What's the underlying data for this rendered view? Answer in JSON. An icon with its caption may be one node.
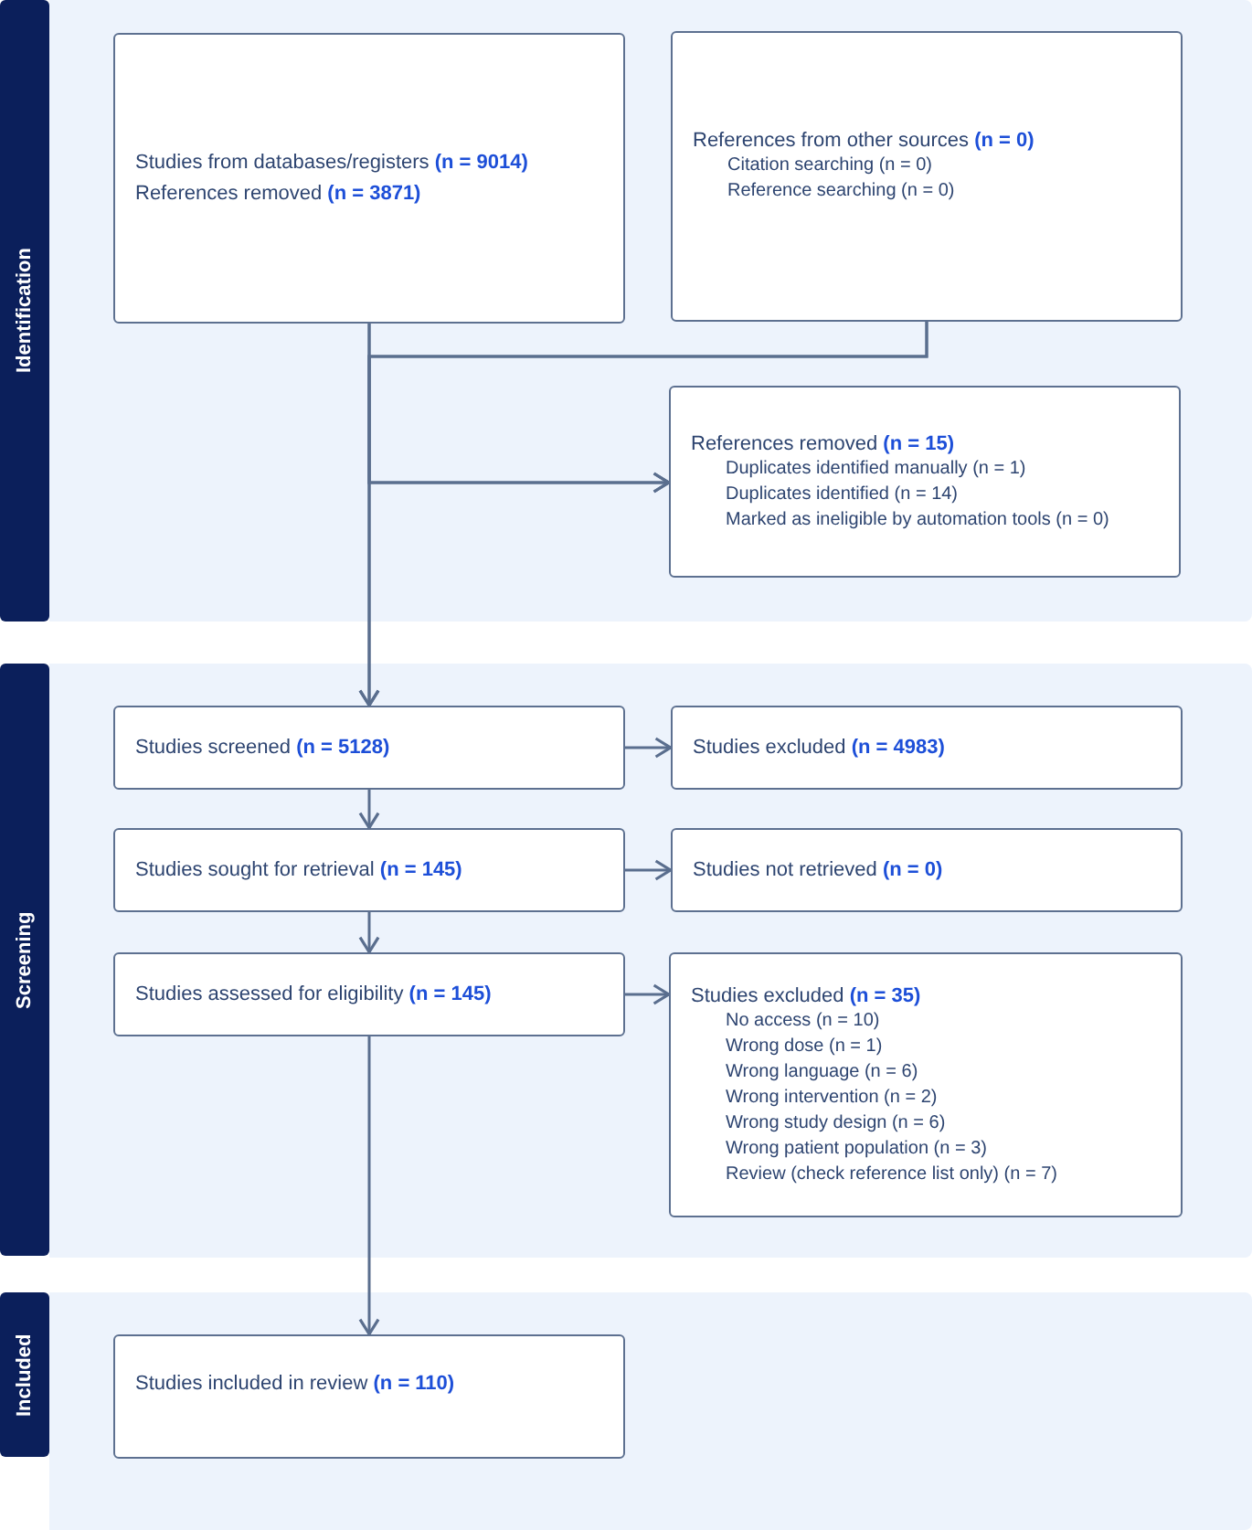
{
  "diagram": {
    "nodes": [
      {
        "text": [
          "Identification"
        ]
      },
      {
        "text": [
          "Studies from databases/registers **(n = 9014)**",
          "References removed **(n = 3871)**"
        ],
        "in": 0
      },
      {
        "text": [
          "References from other sources **(n = 0)**",
          "Citation searching (n = 0)",
          "Reference searching (n = 0)"
        ],
        "in": 0
      },
      {
        "text": [
          "References removed **(n = 15)**",
          "Duplicates identified manually (n = 1)",
          "Duplicates identified (n = 14)",
          "Marked as ineligible by automation tools (n = 0)"
        ],
        "in": 0
      },
      {
        "text": [
          "Screening"
        ]
      },
      {
        "text": [
          "Studies screened **(n = 5128)**"
        ],
        "in": 4
      },
      {
        "text": [
          "Studies excluded **(n = 4983)**"
        ],
        "in": 4
      },
      {
        "text": [
          "Studies sought for retrieval **(n = 145)**"
        ],
        "in": 4
      },
      {
        "text": [
          "Studies not retrieved **(n = 0)**"
        ],
        "in": 4
      },
      {
        "text": [
          "Studies assessed for eligibility **(n = 145)**"
        ],
        "in": 4
      },
      {
        "text": [
          "Studies excluded **(n = 35)**",
          "No access (n = 10)",
          "Wrong dose (n = 1)",
          "Wrong language (n = 6)",
          "Wrong intervention (n = 2)",
          "Wrong study design (n = 6)",
          "Wrong patient population (n = 3)",
          "Review (check reference list only) (n = 7)"
        ],
        "in": 4
      },
      {
        "text": [
          "Included"
        ]
      },
      {
        "text": [
          "Studies included in review **(n = 110)**"
        ],
        "in": 11
      }
    ],
    "edges": [
      {
        "from": 1,
        "to": 5,
        "arrow": "to"
      },
      {
        "from": 1,
        "to": 3,
        "arrow": "to"
      },
      {
        "from": 2,
        "to": 5,
        "arrow": "to"
      },
      {
        "from": 2,
        "to": 3,
        "arrow": "to"
      },
      {
        "from": 5,
        "to": 6,
        "arrow": "to"
      },
      {
        "from": 5,
        "to": 7,
        "arrow": "to"
      },
      {
        "from": 7,
        "to": 8,
        "arrow": "to"
      },
      {
        "from": 7,
        "to": 9,
        "arrow": "to"
      },
      {
        "from": 9,
        "to": 10,
        "arrow": "to"
      },
      {
        "from": 9,
        "to": 12,
        "arrow": "to"
      }
    ]
  }
}
